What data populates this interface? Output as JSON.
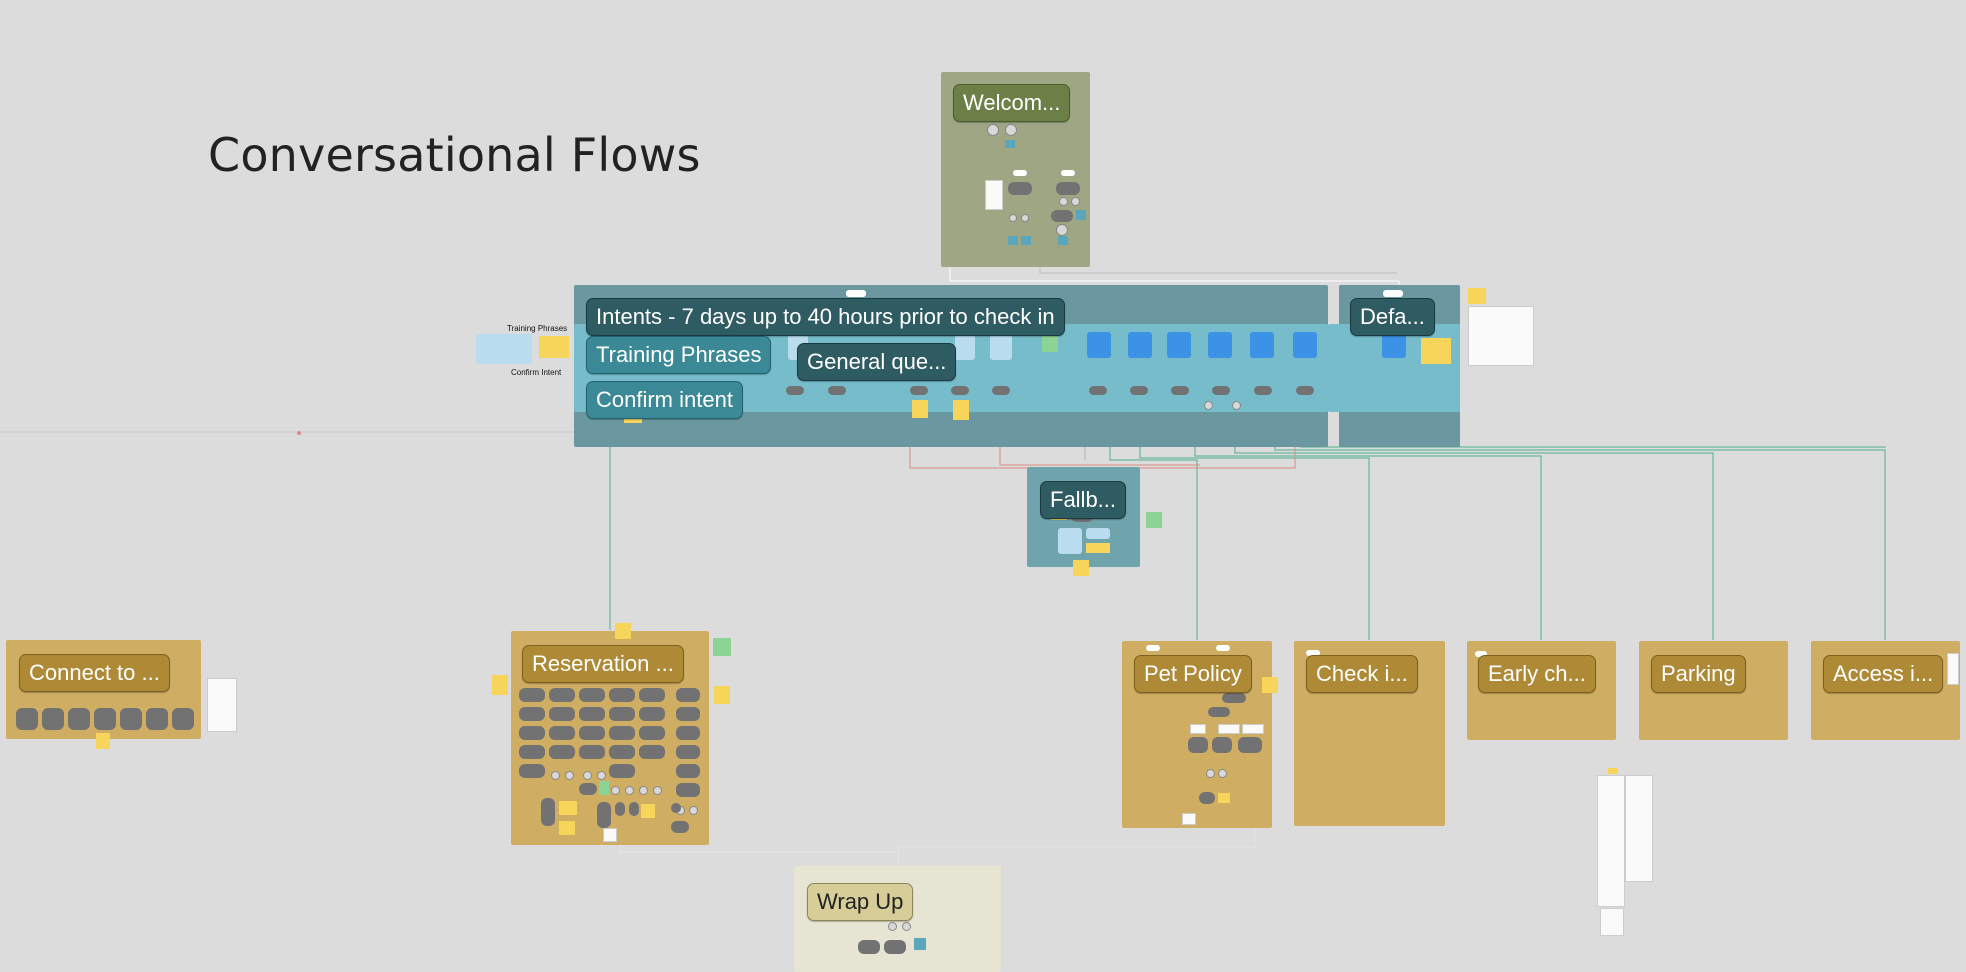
{
  "canvas": {
    "title": "Conversational Flows"
  },
  "flows": {
    "welcome": "Welcom...",
    "intents": "Intents - 7 days up to 40 hours prior to check in",
    "training_phrases": "Training Phrases",
    "general_questions": "General que...",
    "confirm_intent": "Confirm intent",
    "default": "Defa...",
    "fallback": "Fallb...",
    "connect_to": "Connect to ...",
    "reservation": "Reservation ...",
    "pet_policy": "Pet Policy",
    "check_in": "Check i...",
    "early_check": "Early ch...",
    "parking": "Parking",
    "access": "Access i...",
    "wrap_up": "Wrap Up"
  },
  "side_labels": {
    "training_phrases": "Training Phrases",
    "confirm_intent": "Confirm Intent"
  },
  "colors": {
    "canvas": "#dcdcdc",
    "gold_frame": "#cfad63",
    "olive_frame": "#9fa684",
    "teal_frame": "#6b98a0",
    "teal_band": "#76bccb",
    "connector_green": "#4bb08a",
    "connector_red": "#d98a80"
  }
}
